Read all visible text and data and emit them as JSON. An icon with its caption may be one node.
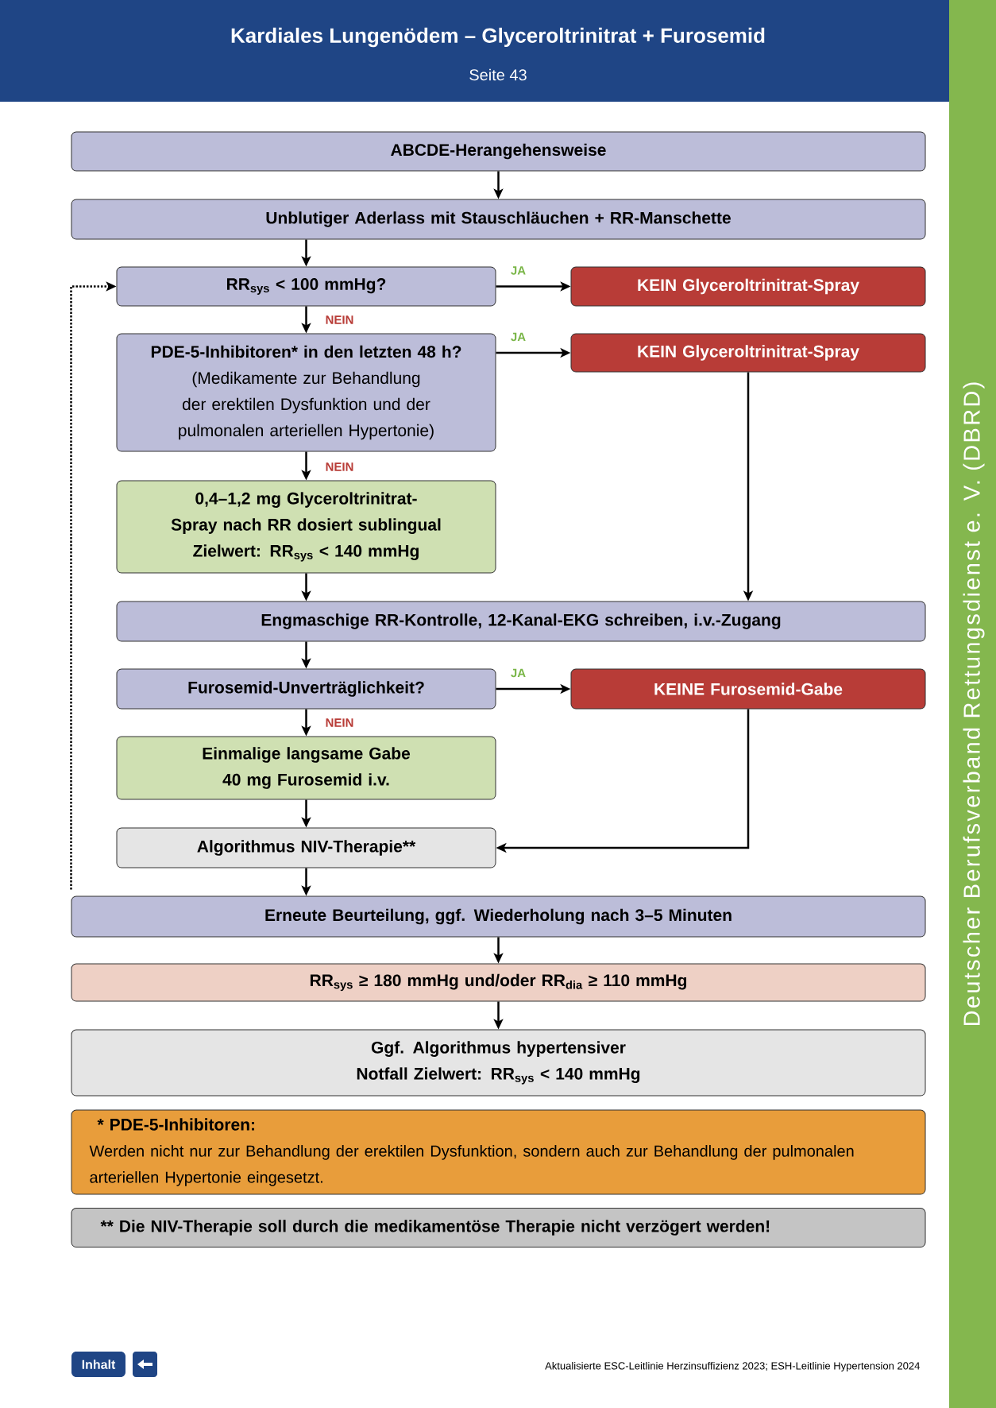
{
  "diagram": {
    "title": "Kardiales Lungenödem – Glyceroltrinitrat + Furosemid",
    "nodes": [
      {
        "text": [
          "ABCDE-Herangehensweise"
        ]
      },
      {
        "text": [
          "Unblutiger Aderlass mit Stauschläuchen + RR-Manschette"
        ]
      },
      {
        "text": [
          "RR$_{sys}$ < 100 mmHg?"
        ]
      },
      {
        "text": [
          "KEIN Glyceroltrinitrat-Spray"
        ]
      },
      {
        "text": [
          "PDE-5-Inhibitoren* in den letzten 48 h?",
          "(Medikamente zur Behandlung der erektilen Dysfunktion und der pulmonalen arteriellen Hypertonie)"
        ]
      },
      {
        "text": [
          "KEIN Glyceroltrinitrat-Spray"
        ]
      },
      {
        "text": [
          "0,4–1,2 mg Glyceroltrinitrat-Spray nach RR dosiert sublingual Zielwert: RR$_{sys}$ < 140 mmHg"
        ]
      },
      {
        "text": [
          "Engmaschige RR-Kontrolle, 12-Kanal-EKG schreiben, i.v.-Zugang"
        ]
      },
      {
        "text": [
          "Furosemid-Unverträglichkeit?"
        ]
      },
      {
        "text": [
          "KEINE Furosemid-Gabe"
        ]
      },
      {
        "text": [
          "Einmalige langsame Gabe 40 mg Furosemid i.v."
        ]
      },
      {
        "text": [
          "Algorithmus NIV-Therapie**"
        ]
      },
      {
        "text": [
          "Erneute Beurteilung, ggf. Wiederholung nach 3–5 Minuten"
        ]
      },
      {
        "text": [
          "RR$_{sys}$ ≥ 180 mmHg und/oder RR$_{dia}$ ≥ 110 mmHg"
        ]
      },
      {
        "text": [
          "Ggf. Algorithmus hypertensiver Notfall Zielwert: RR$_{sys}$ < 140 mmHg"
        ]
      },
      {
        "text": [
          "* PDE-5-Inhibitoren:",
          "Werden nicht nur zur Behandlung der erektilen Dysfunktion, sondern auch zur Behandlung der pulmonalen arteriellen Hypertonie eingesetzt."
        ]
      },
      {
        "text": [
          "** Die NIV-Therapie soll durch die medikamentöse Therapie nicht verzögert werden!"
        ]
      },
      {
        "text": [
          "Inhalt"
        ]
      }
    ],
    "edges": [
      {
        "from": 0,
        "to": 1,
        "arrow": "to"
      },
      {
        "from": 1,
        "to": 2,
        "arrow": "to"
      },
      {
        "from": 2,
        "to": 3,
        "arrow": "to",
        "label": "JA"
      },
      {
        "from": 2,
        "to": 4,
        "arrow": "to",
        "label": "NEIN"
      },
      {
        "from": 4,
        "to": 5,
        "arrow": "to",
        "label": "JA"
      },
      {
        "from": 4,
        "to": 6,
        "arrow": "to",
        "label": "NEIN"
      },
      {
        "from": 6,
        "to": 7,
        "arrow": "to"
      },
      {
        "from": 5,
        "to": 7,
        "arrow": "to"
      },
      {
        "from": 7,
        "to": 8,
        "arrow": "to"
      },
      {
        "from": 8,
        "to": 9,
        "arrow": "to",
        "label": "JA"
      },
      {
        "from": 8,
        "to": 10,
        "arrow": "to",
        "label": "NEIN"
      },
      {
        "from": 10,
        "to": 11,
        "arrow": "to"
      },
      {
        "from": 9,
        "to": 11,
        "arrow": "to"
      },
      {
        "from": 11,
        "to": 12,
        "arrow": "to"
      },
      {
        "from": 12,
        "to": 2,
        "arrow": "to",
        "style": "dashed"
      },
      {
        "from": 12,
        "to": 13,
        "arrow": "to"
      },
      {
        "from": 13,
        "to": 14,
        "arrow": "to"
      }
    ],
    "labels": [
      "Seite 43",
      "Deutscher Berufsverband Rettungsdienst e. V. (DBRD)",
      "Aktualisierte ESC-Leitlinie Herzinsuffizienz 2023; ESH-Leitlinie Hypertension 2024"
    ]
  }
}
